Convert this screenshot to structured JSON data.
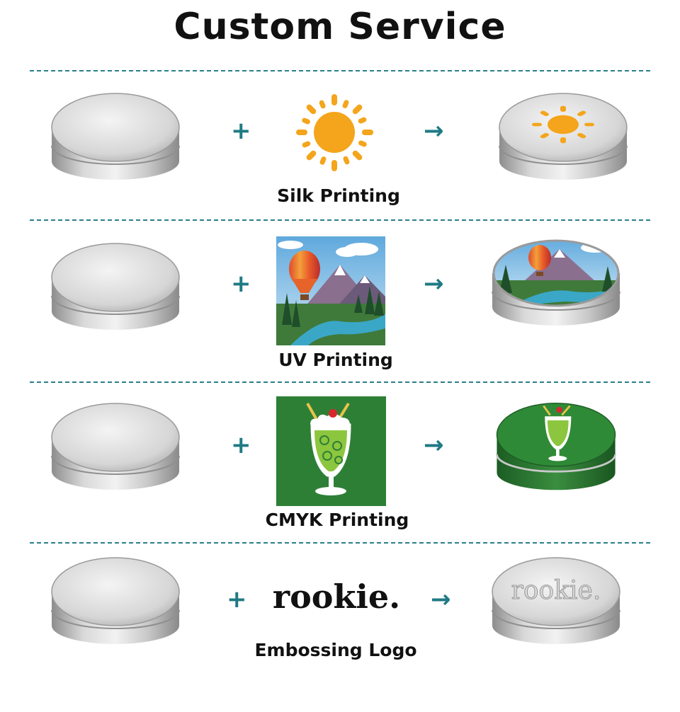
{
  "title": "Custom Service",
  "accent_color": "#2a7f8a",
  "operators": {
    "plus": "+",
    "arrow": "→"
  },
  "rows": [
    {
      "label": "Silk Printing",
      "design": "sun-icon"
    },
    {
      "label": "UV Printing",
      "design": "balloon-landscape-image"
    },
    {
      "label": "CMYK Printing",
      "design": "cocktail-image"
    },
    {
      "label": "Embossing Logo",
      "design": "rookie. logo",
      "logo_text": "rookie."
    }
  ]
}
